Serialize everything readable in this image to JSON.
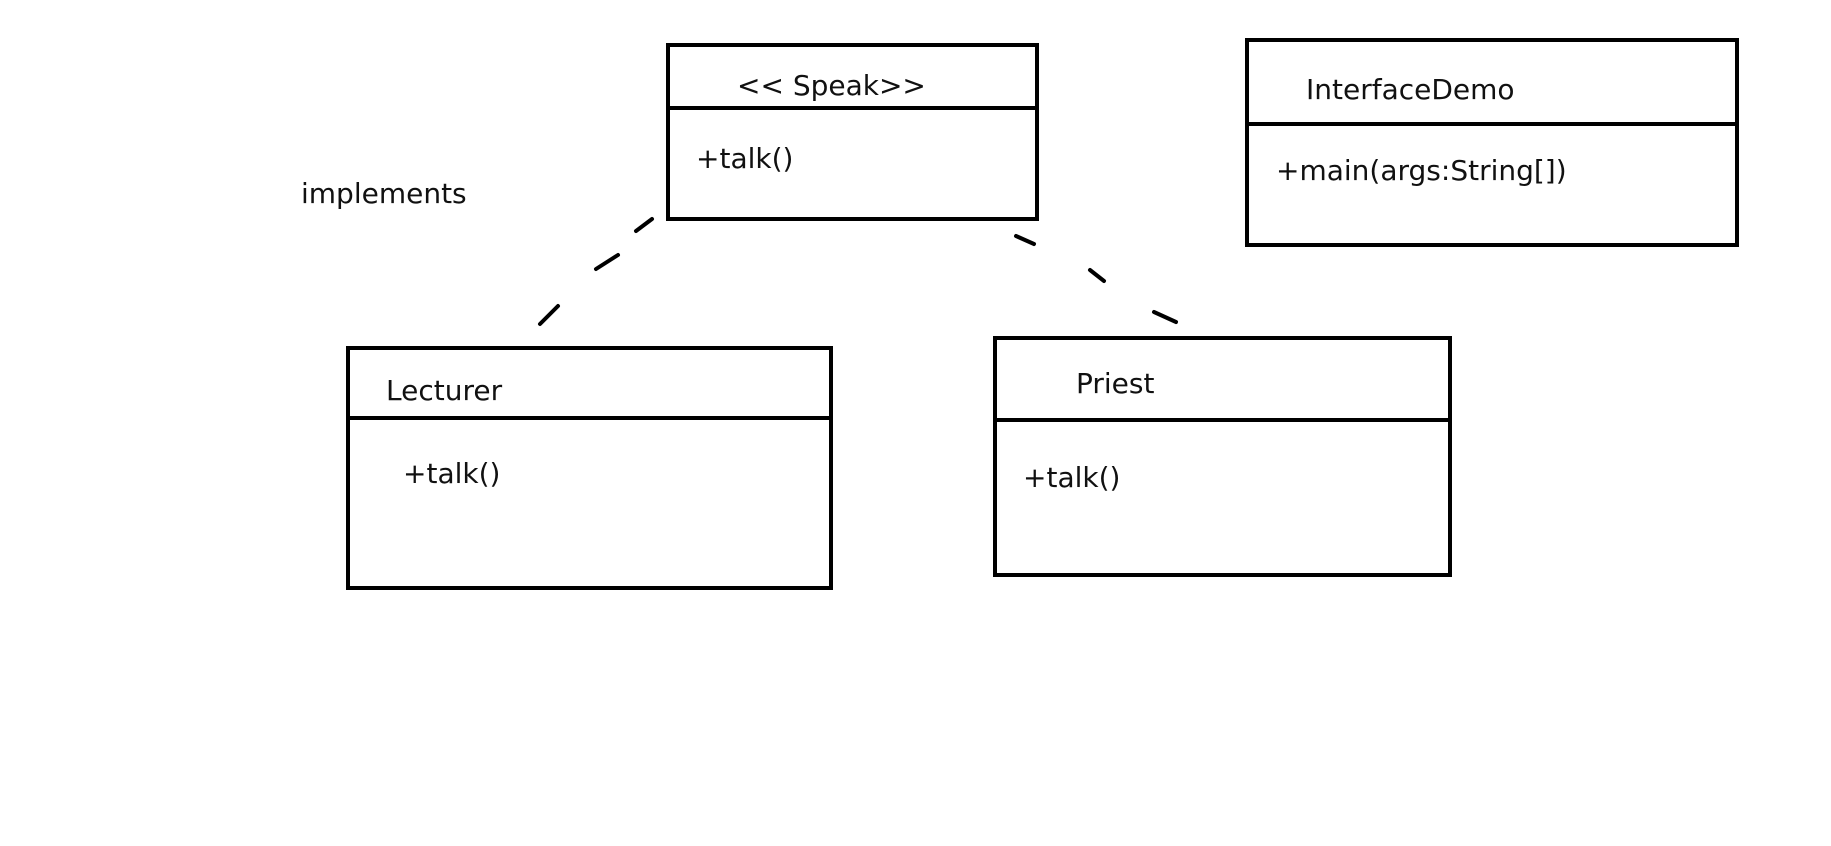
{
  "diagram": {
    "free_labels": {
      "implements": "implements"
    },
    "classes": {
      "speak": {
        "title": "<<  Speak>>",
        "methods": [
          "+talk()"
        ]
      },
      "interface_demo": {
        "title": "InterfaceDemo",
        "methods": [
          "+main(args:String[])"
        ]
      },
      "lecturer": {
        "title": "Lecturer",
        "methods": [
          "+talk()"
        ]
      },
      "priest": {
        "title": "Priest",
        "methods": [
          "+talk()"
        ]
      }
    },
    "colors": {
      "stroke": "#000000",
      "background": "#ffffff",
      "text": "#111111"
    }
  }
}
